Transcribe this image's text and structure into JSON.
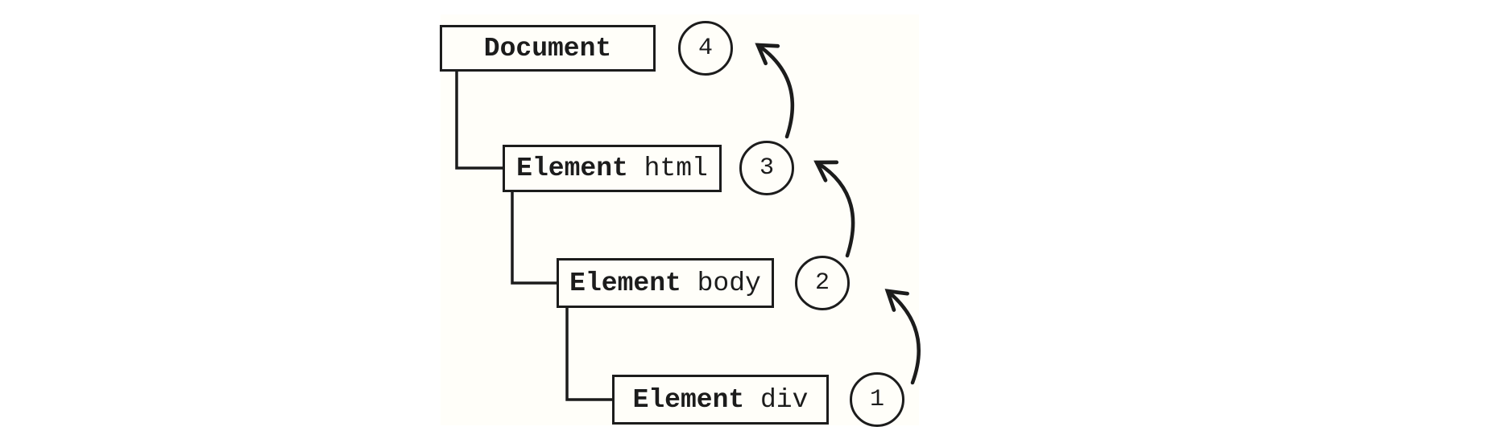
{
  "diagram": {
    "nodes": [
      {
        "bold": "Document",
        "tag": "",
        "number": "4"
      },
      {
        "bold": "Element",
        "tag": "html",
        "number": "3"
      },
      {
        "bold": "Element",
        "tag": "body",
        "number": "2"
      },
      {
        "bold": "Element",
        "tag": "div",
        "number": "1"
      }
    ],
    "colors": {
      "ink": "#1c1c1c",
      "paper": "#fffef9"
    }
  }
}
